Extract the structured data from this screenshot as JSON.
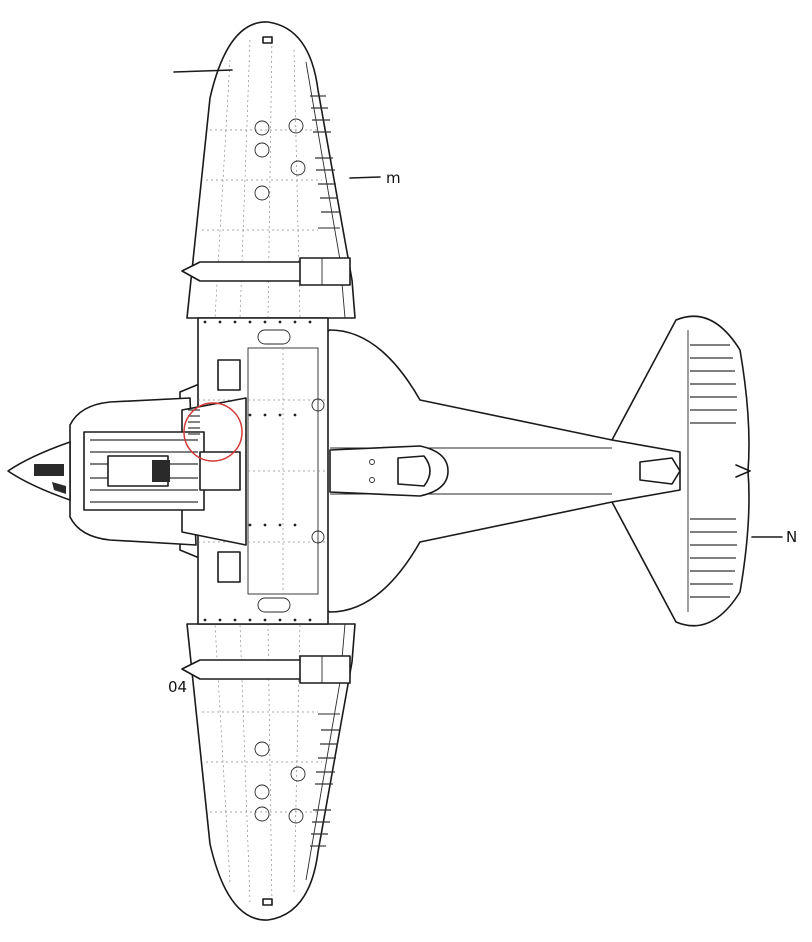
{
  "drawing": {
    "callouts": {
      "wing_top": "m",
      "tail": "N",
      "wing_bottom": "04"
    },
    "colors": {
      "ink": "#1a1a1a",
      "panel_lines": "#8a8a8a",
      "highlight_circle": "#d23a3a",
      "background": "#ffffff"
    }
  }
}
